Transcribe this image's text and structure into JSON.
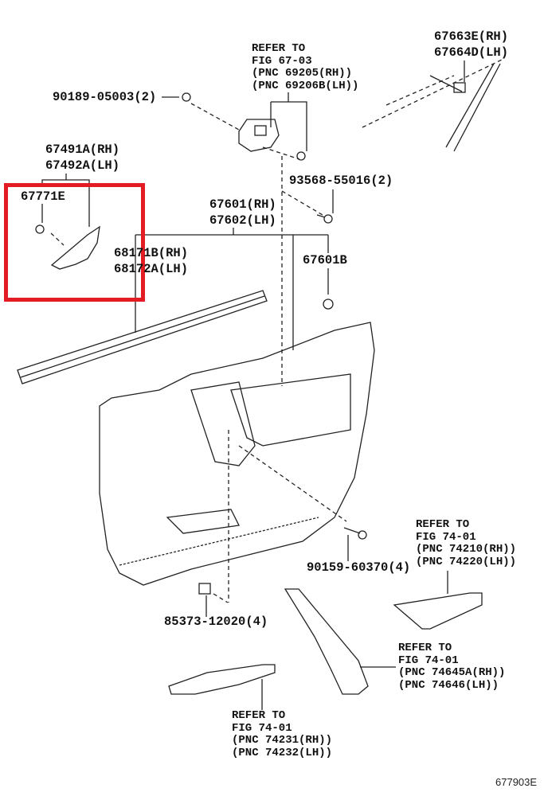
{
  "labels": {
    "p67663E": "67663E(RH)",
    "p67664D": "67664D(LH)",
    "p90189": "90189-05003(2)",
    "p67491A": "67491A(RH)",
    "p67492A": "67492A(LH)",
    "p67771E": "67771E",
    "p93568": "93568-55016(2)",
    "p67601": "67601(RH)",
    "p67602": "67602(LH)",
    "p68171B": "68171B(RH)",
    "p68172A": "68172A(LH)",
    "p67601B": "67601B",
    "p90159": "90159-60370(4)",
    "p85373": "85373-12020(4)"
  },
  "references": {
    "fig6703": [
      "REFER TO",
      "FIG 67-03",
      "(PNC 69205(RH))",
      "(PNC 69206B(LH))"
    ],
    "fig7401_a": [
      "REFER TO",
      "FIG 74-01",
      "(PNC 74210(RH))",
      "(PNC 74220(LH))"
    ],
    "fig7401_b": [
      "REFER TO",
      "FIG 74-01",
      "(PNC 74645A(RH))",
      "(PNC 74646(LH))"
    ],
    "fig7401_c": [
      "REFER TO",
      "FIG 74-01",
      "(PNC 74231(RH))",
      "(PNC 74232(LH))"
    ]
  },
  "diagram_code": "677903E",
  "highlight_color": "#e31b23"
}
